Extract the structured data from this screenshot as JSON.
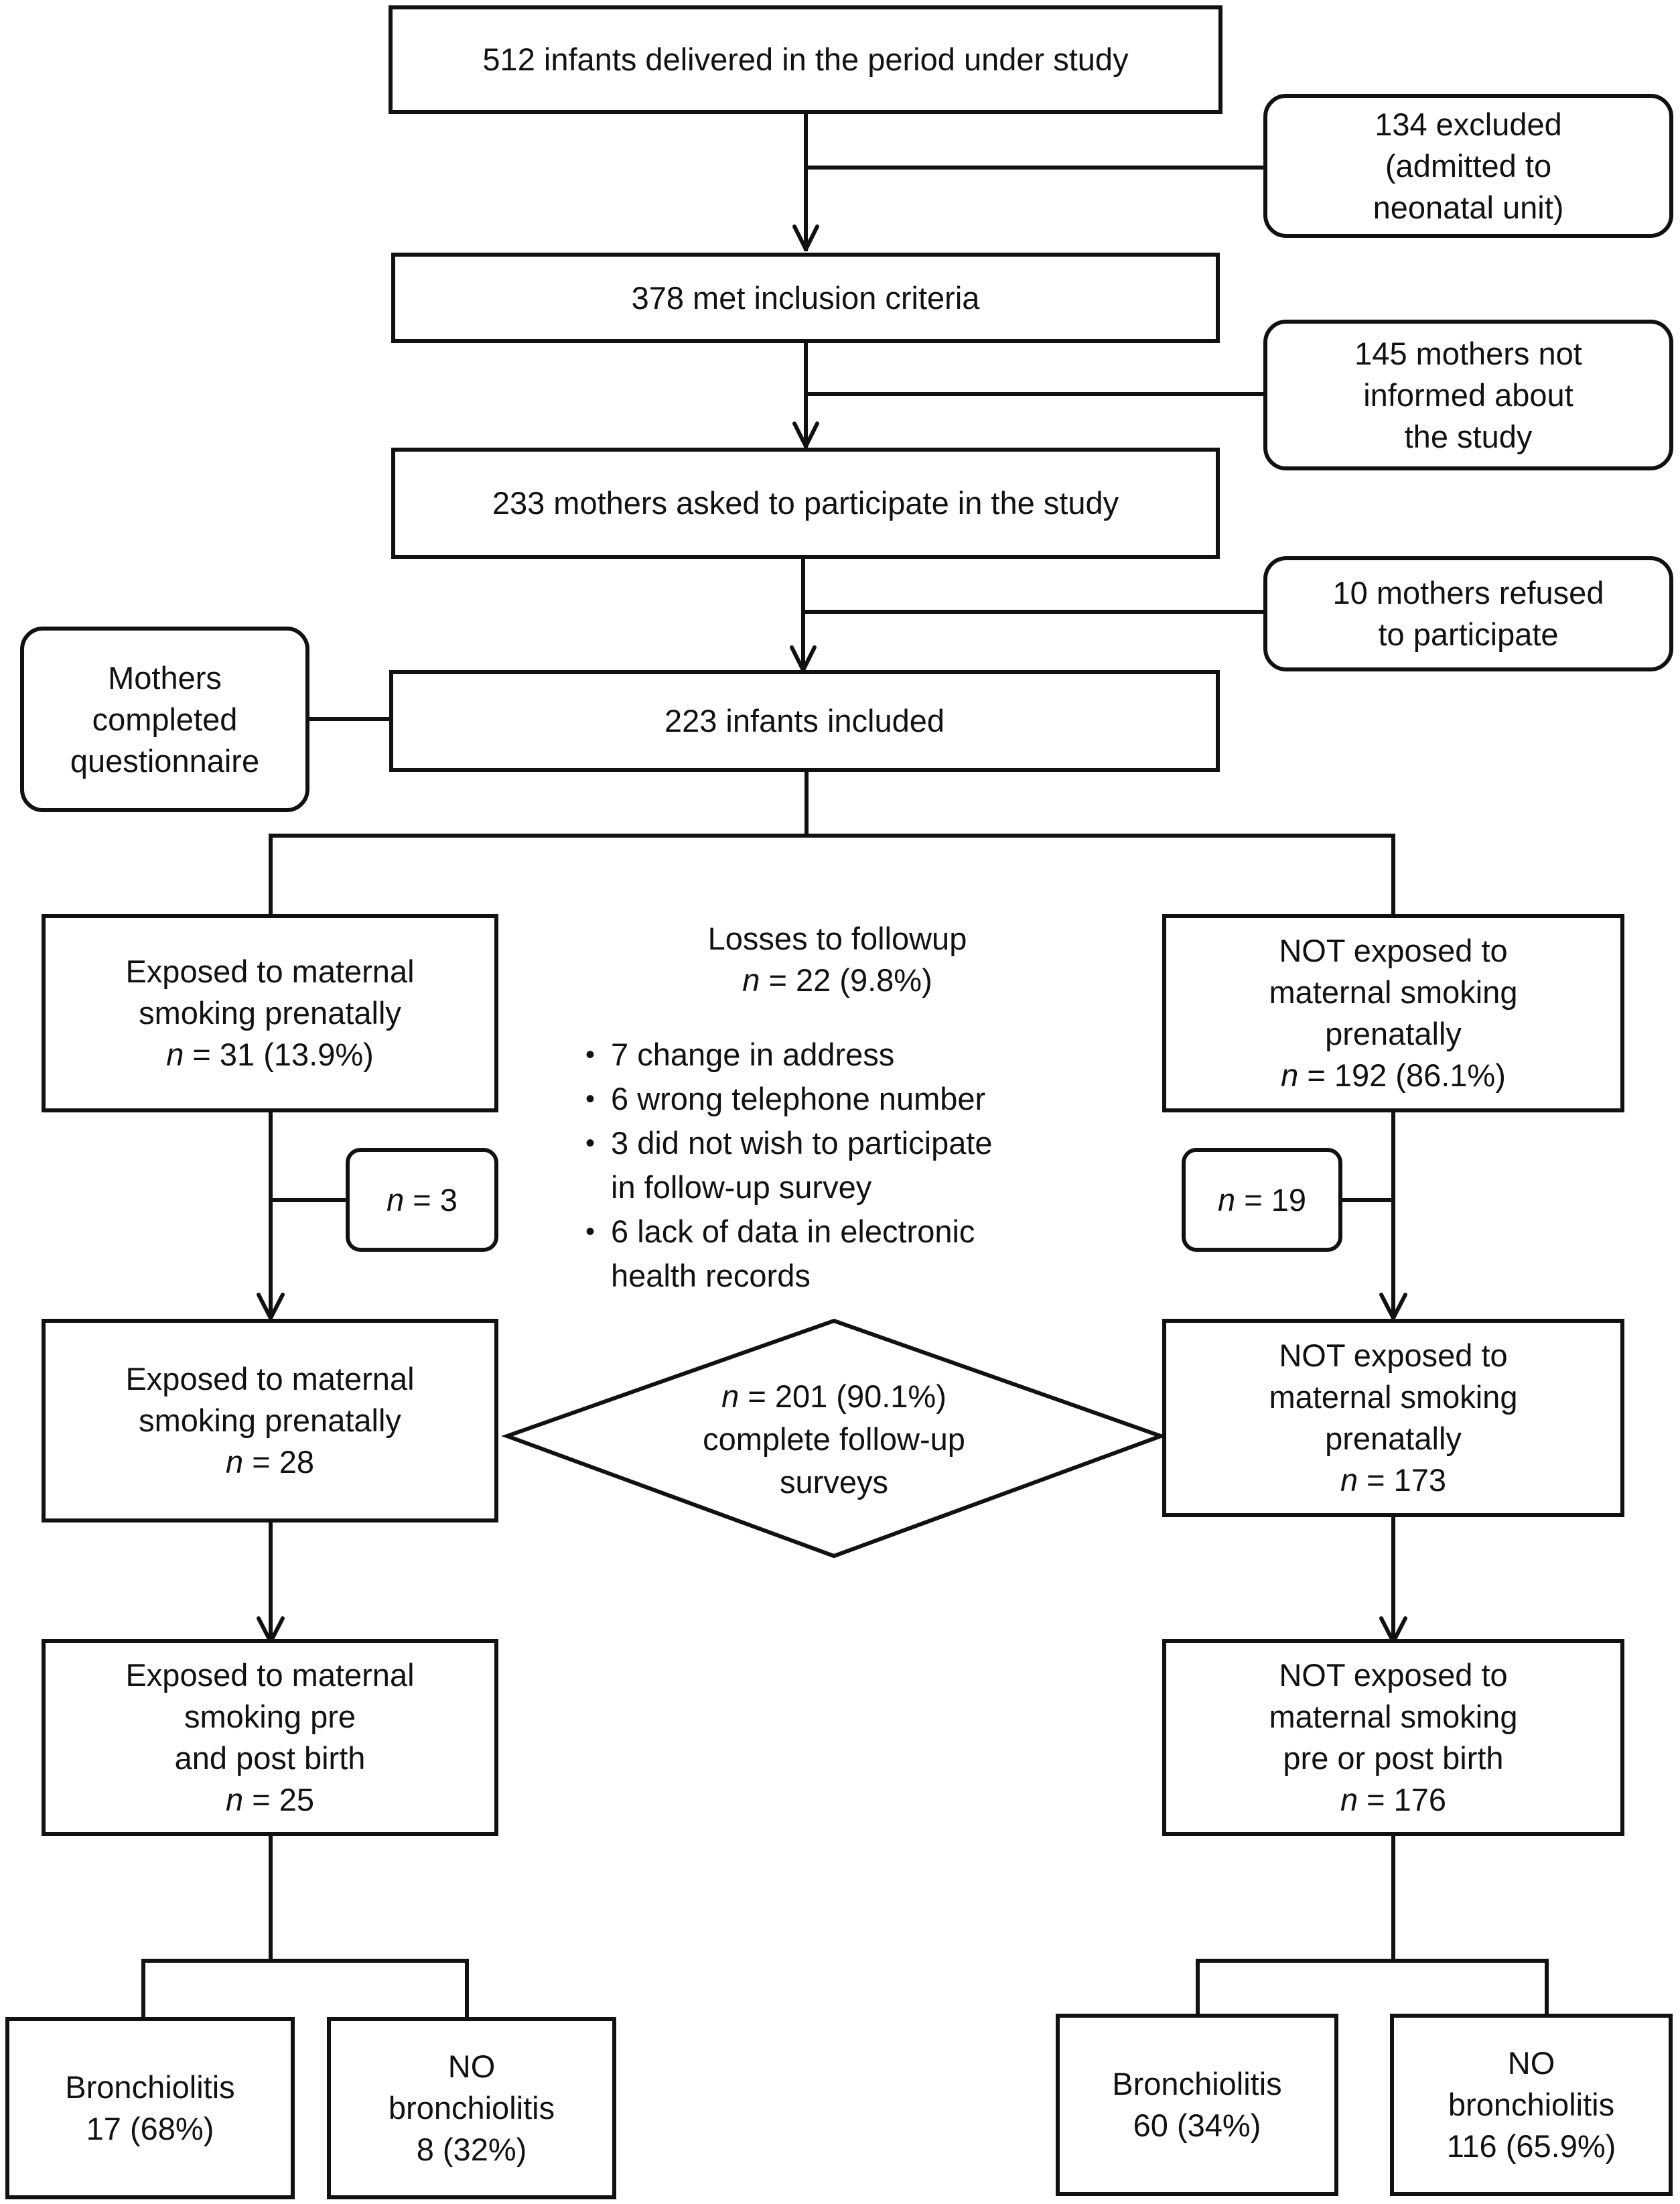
{
  "flow": {
    "delivered": "512 infants delivered in the period under study",
    "excluded_1": [
      "134 excluded",
      "(admitted to",
      "neonatal unit)"
    ],
    "inclusion": "378 met inclusion criteria",
    "excluded_2": [
      "145 mothers not",
      "informed about",
      "the study"
    ],
    "asked": "233 mothers asked to participate in the study",
    "refused": [
      "10 mothers refused",
      "to participate"
    ],
    "questionnaire": [
      "Mothers",
      "completed",
      "questionnaire"
    ],
    "included": "223 infants included"
  },
  "losses": {
    "title": "Losses to followup",
    "n_var": "n",
    "n_value": " = 22 (9.8%)",
    "reasons": [
      {
        "text": "7 change in address"
      },
      {
        "text": "6 wrong telephone number"
      },
      {
        "text": "3 did not wish to participate",
        "cont": "in follow-up survey"
      },
      {
        "text": "6 lack of data in electronic",
        "cont": "health records"
      }
    ]
  },
  "exposed": {
    "prenatal": {
      "lines": [
        "Exposed to maternal",
        "smoking prenatally"
      ],
      "n_var": "n",
      "n_value": " = 31 (13.9%)"
    },
    "loss": {
      "n_var": "n",
      "n_value": " = 3"
    },
    "followed": {
      "lines": [
        "Exposed to maternal",
        "smoking prenatally"
      ],
      "n_var": "n",
      "n_value": " = 28"
    },
    "pre_post": {
      "lines": [
        "Exposed to maternal",
        "smoking pre",
        "and post birth"
      ],
      "n_var": "n",
      "n_value": " = 25"
    },
    "bronchiolitis": [
      "Bronchiolitis",
      "17 (68%)"
    ],
    "no_bronchiolitis": [
      "NO",
      "bronchiolitis",
      "8 (32%)"
    ]
  },
  "not_exposed": {
    "prenatal": {
      "lines": [
        "NOT exposed to",
        "maternal smoking",
        "prenatally"
      ],
      "n_var": "n",
      "n_value": " = 192 (86.1%)"
    },
    "loss": {
      "n_var": "n",
      "n_value": " = 19"
    },
    "followed": {
      "lines": [
        "NOT exposed to",
        "maternal smoking",
        "prenatally"
      ],
      "n_var": "n",
      "n_value": " = 173"
    },
    "pre_post": {
      "lines": [
        "NOT exposed to",
        "maternal smoking",
        "pre or post birth"
      ],
      "n_var": "n",
      "n_value": " = 176"
    },
    "bronchiolitis": [
      "Bronchiolitis",
      "60 (34%)"
    ],
    "no_bronchiolitis": [
      "NO",
      "bronchiolitis",
      "116 (65.9%)"
    ]
  },
  "complete": {
    "n_var": "n",
    "n_value": " = 201 (90.1%)",
    "lines": [
      "complete follow-up",
      "surveys"
    ]
  },
  "colors": {
    "stroke": "#111111",
    "background": "#ffffff"
  }
}
